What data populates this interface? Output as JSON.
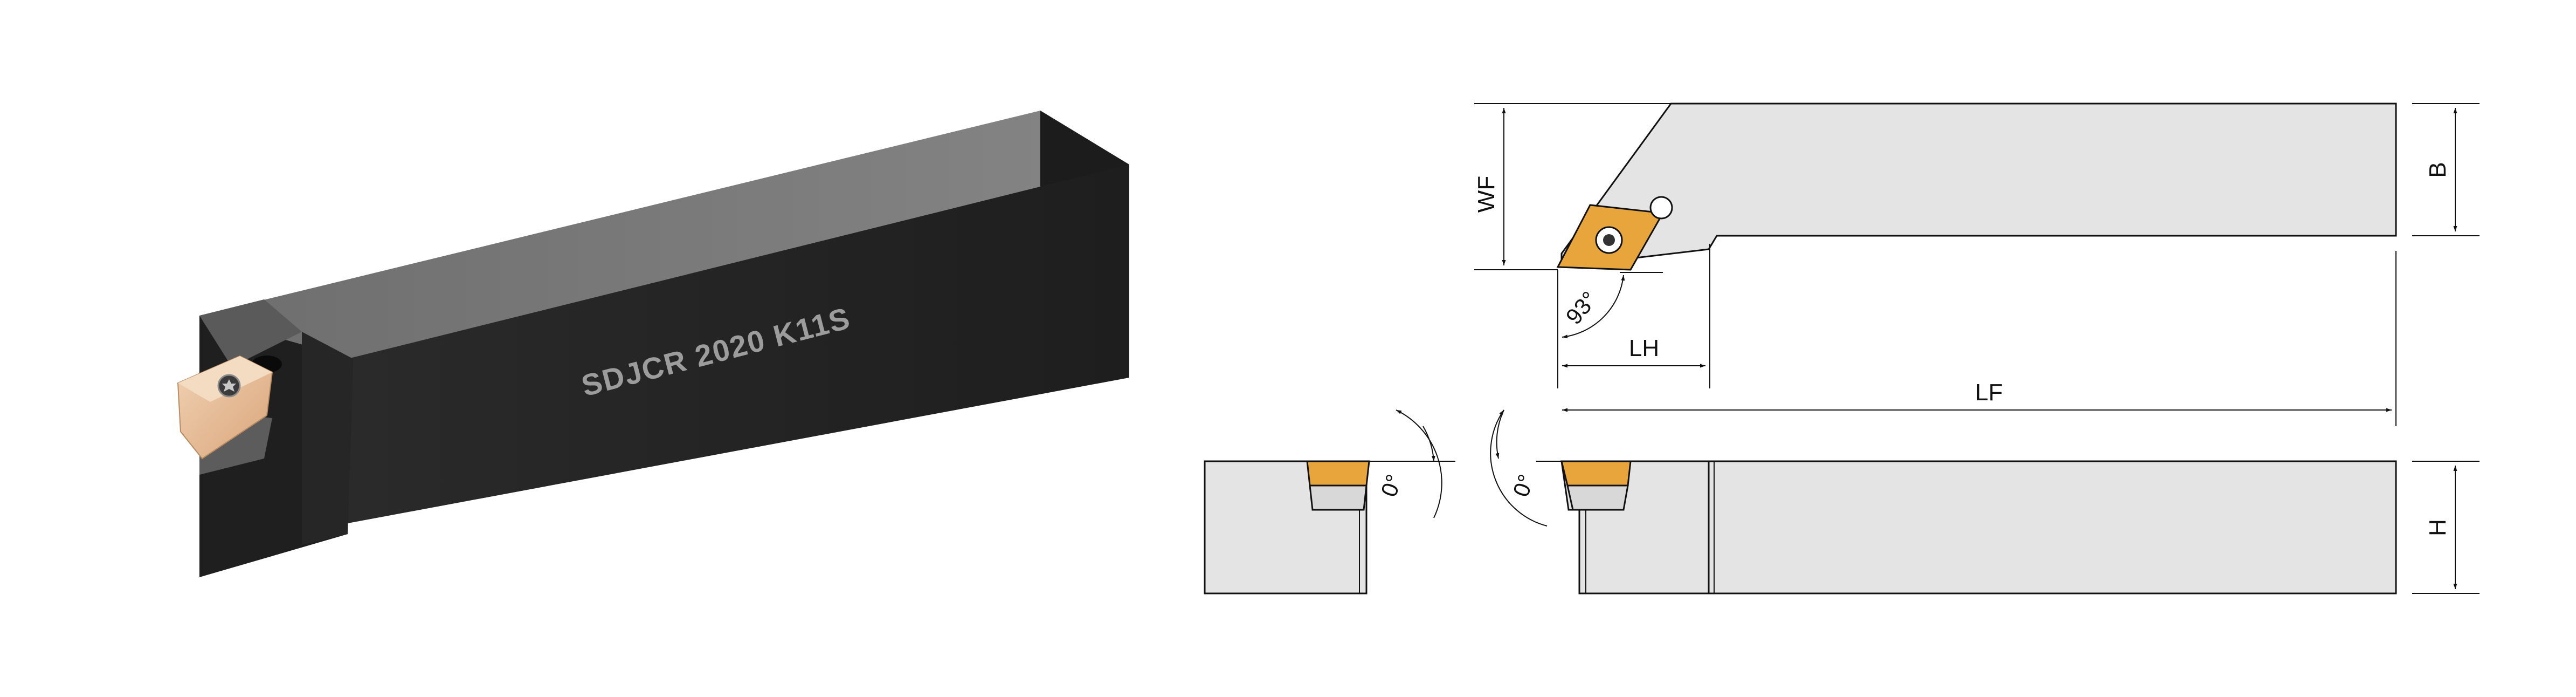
{
  "product": {
    "engraving": "SDJCR 2020 K11S"
  },
  "dimensions": {
    "wf": "WF",
    "b": "B",
    "lh": "LH",
    "lf": "LF",
    "h": "H",
    "approach_angle": "93°",
    "rake_angle_side": "0°",
    "rake_angle_front": "0°"
  },
  "colors": {
    "body_dark": "#262626",
    "body_top": "#7f7f7f",
    "insert_orange": "#e8a53c",
    "drawing_fill": "#e3e3e3",
    "line": "#111111"
  }
}
